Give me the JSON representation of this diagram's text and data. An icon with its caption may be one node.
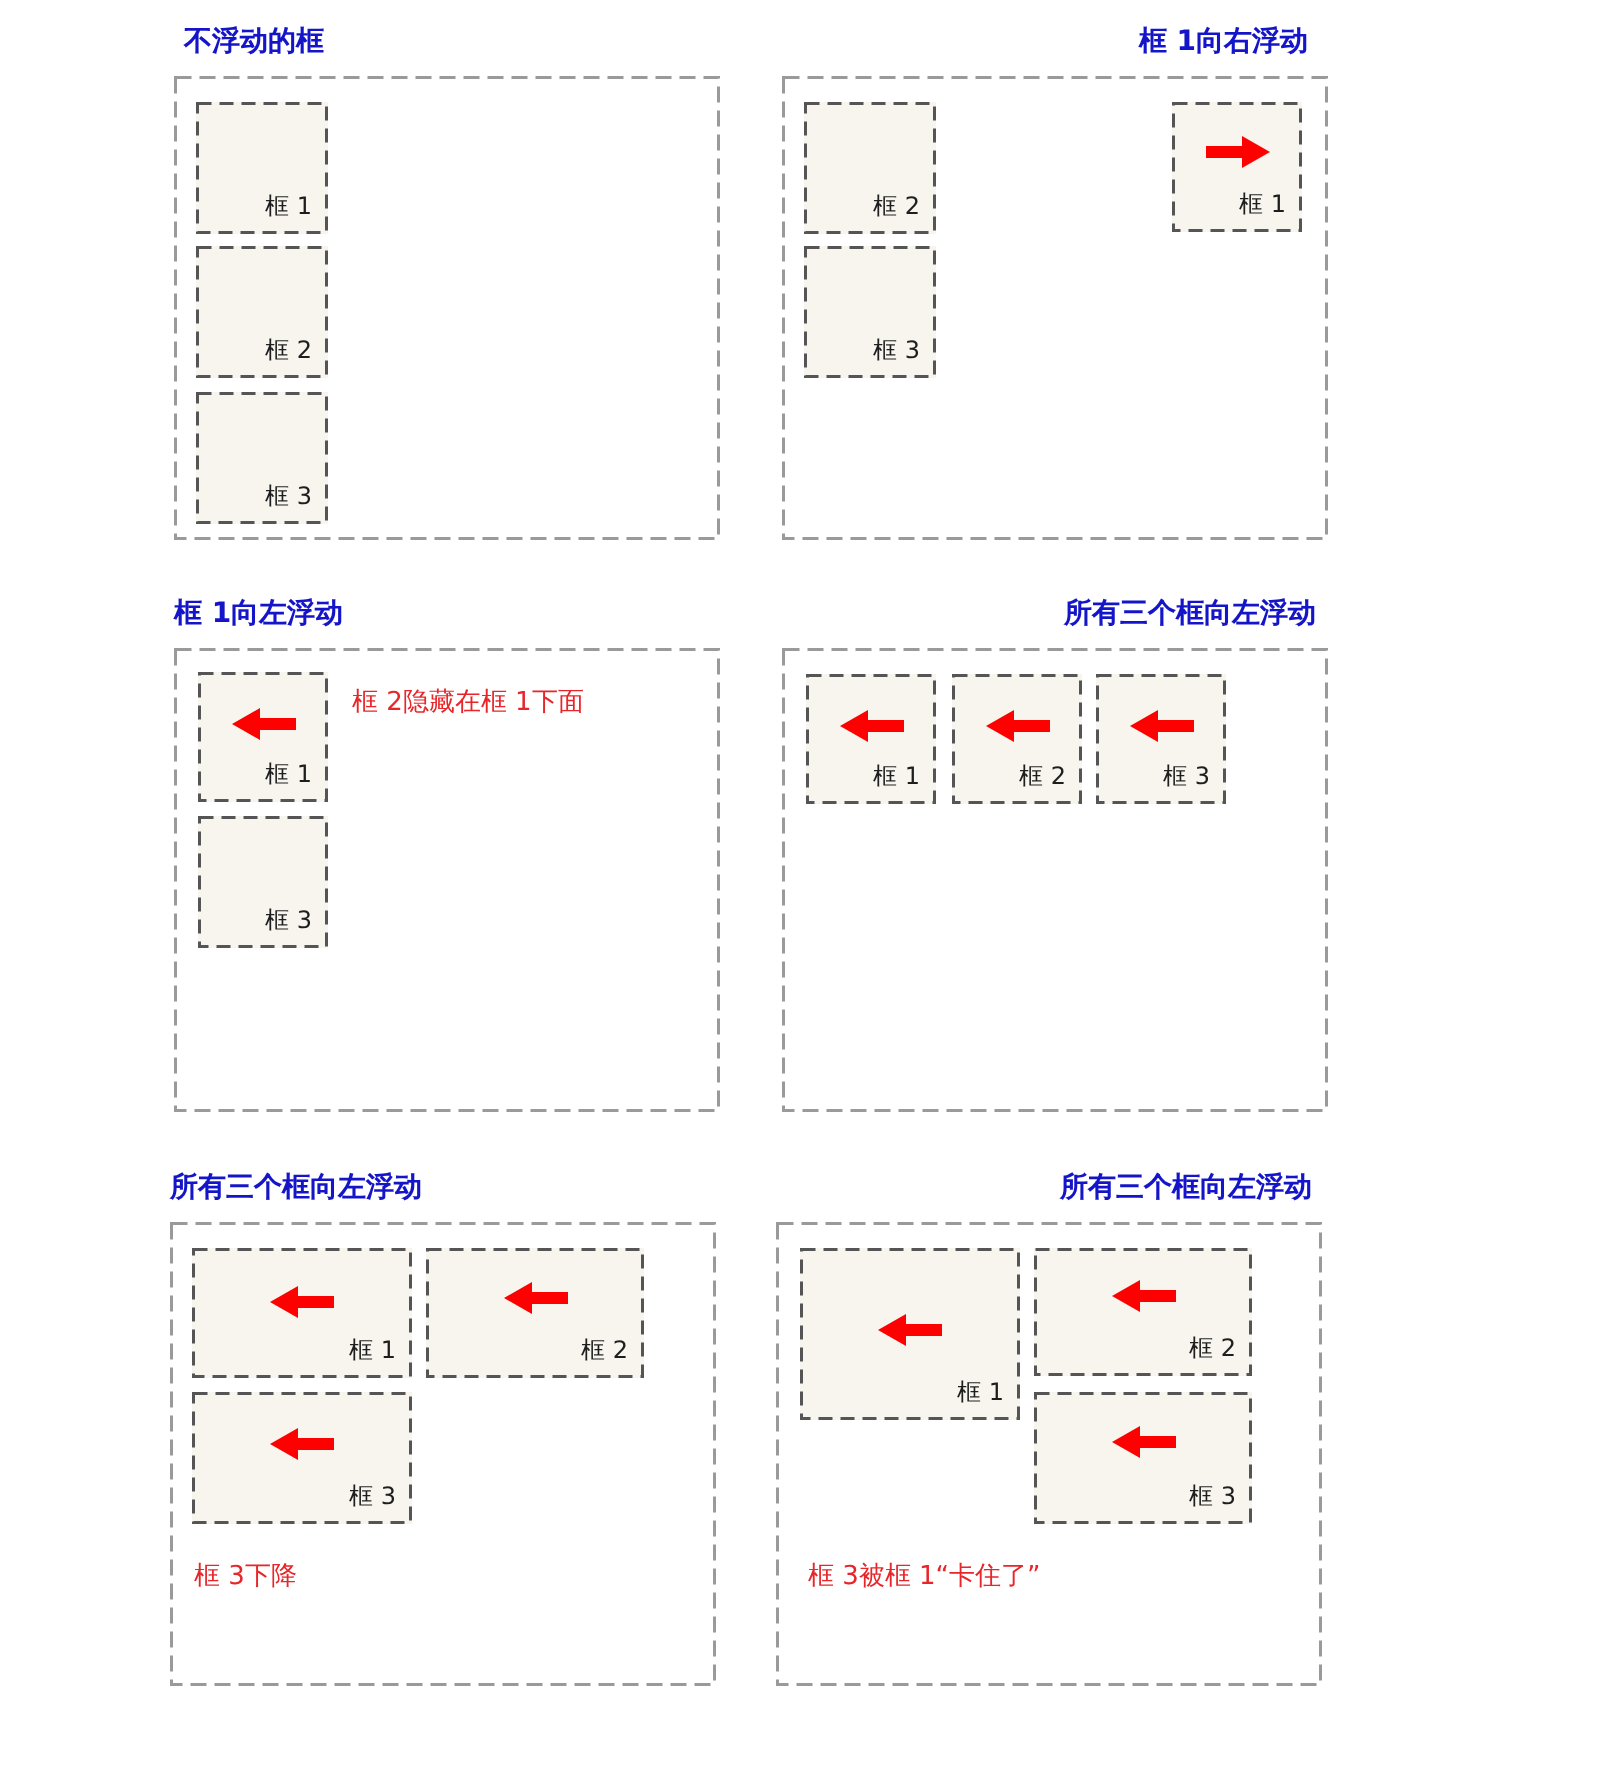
{
  "diagram": {
    "nodes": [
      {
        "text": [
          "不浮动的框"
        ]
      },
      {
        "text": [
          "框 1"
        ],
        "in": 0
      },
      {
        "text": [
          "框 2"
        ],
        "in": 0
      },
      {
        "text": [
          "框 3"
        ],
        "in": 0
      },
      {
        "text": [
          "框 1向右浮动"
        ]
      },
      {
        "text": [
          "框 2"
        ],
        "in": 4
      },
      {
        "text": [
          "框 1"
        ],
        "in": 4
      },
      {
        "text": [
          "框 3"
        ],
        "in": 4
      },
      {
        "text": [
          "框 1向左浮动",
          "框 2隐藏在框 1下面"
        ]
      },
      {
        "text": [
          "框 1"
        ],
        "in": 8
      },
      {
        "text": [
          "框 3"
        ],
        "in": 8
      },
      {
        "text": [
          "所有三个框向左浮动"
        ]
      },
      {
        "text": [
          "框 1"
        ],
        "in": 11
      },
      {
        "text": [
          "框 2"
        ],
        "in": 11
      },
      {
        "text": [
          "框 3"
        ],
        "in": 11
      },
      {
        "text": [
          "所有三个框向左浮动",
          "框 3下降"
        ]
      },
      {
        "text": [
          "框 1"
        ],
        "in": 15
      },
      {
        "text": [
          "框 2"
        ],
        "in": 15
      },
      {
        "text": [
          "框 3"
        ],
        "in": 15
      },
      {
        "text": [
          "所有三个框向左浮动",
          "框 3被框 1“卡住了”"
        ]
      },
      {
        "text": [
          "框 1"
        ],
        "in": 19
      },
      {
        "text": [
          "框 2"
        ],
        "in": 19
      },
      {
        "text": [
          "框 3"
        ],
        "in": 19
      }
    ]
  }
}
